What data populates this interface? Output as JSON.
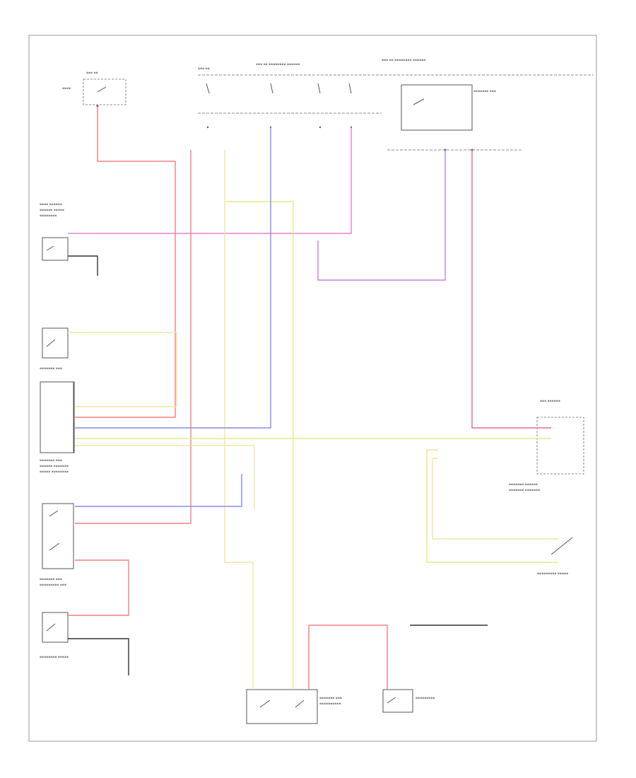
{
  "document": {
    "footer_code": ""
  },
  "colors": {
    "red": "#f08080",
    "pink_red": "#e86a8a",
    "yellow": "#e8e68a",
    "pale_yellow": "#efe6a0",
    "blue": "#8a8aee",
    "violet": "#c080e0",
    "magenta": "#e080d0",
    "green_yellow": "#b8c860",
    "ground_black": "#333333",
    "outline": "#555555"
  },
  "components": [
    {
      "id": "hot-at-all-times-fuse",
      "label": ""
    },
    {
      "id": "underhood-fuse-box",
      "label": ""
    },
    {
      "id": "engine-control-module",
      "label": ""
    },
    {
      "id": "coolant-fan-relay",
      "label": ""
    },
    {
      "id": "light-sensor",
      "label": ""
    },
    {
      "id": "coolant-fan-control-module",
      "label": ""
    },
    {
      "id": "instrument-cluster",
      "label": ""
    },
    {
      "id": "high-speed-relay",
      "label": ""
    },
    {
      "id": "low-speed-relay",
      "label": ""
    },
    {
      "id": "ac-pressure-switch",
      "label": ""
    },
    {
      "id": "condenser-fan-motor",
      "label": ""
    },
    {
      "id": "radiator-fan-motor",
      "label": ""
    },
    {
      "id": "coolant-temp-sensor",
      "label": ""
    }
  ]
}
